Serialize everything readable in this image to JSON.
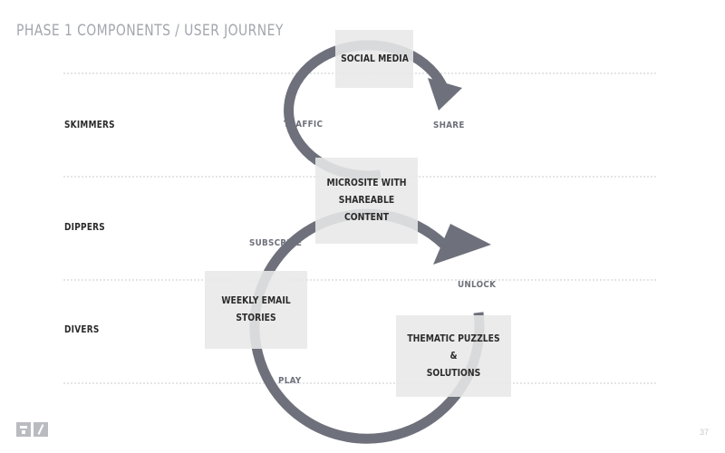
{
  "title": "PHASE 1 COMPONENTS / USER JOURNEY",
  "rows": [
    {
      "label": "SKIMMERS"
    },
    {
      "label": "DIPPERS"
    },
    {
      "label": "DIVERS"
    }
  ],
  "nodes": {
    "social_media": "SOCIAL MEDIA",
    "microsite": "MICROSITE WITH\nSHAREABLE CONTENT",
    "weekly_email": "WEEKLY EMAIL STORIES",
    "puzzles": "THEMATIC PUZZLES &\nSOLUTIONS"
  },
  "edges": {
    "traffic": "TRAFFIC",
    "share": "SHARE",
    "subscribe": "SUBSCRIBE",
    "unlock": "UNLOCK",
    "play": "PLAY"
  },
  "page_number": "37",
  "colors": {
    "arrow": "#6e717b",
    "divider": "#c9cbd0",
    "box": "#e8e8e8"
  }
}
